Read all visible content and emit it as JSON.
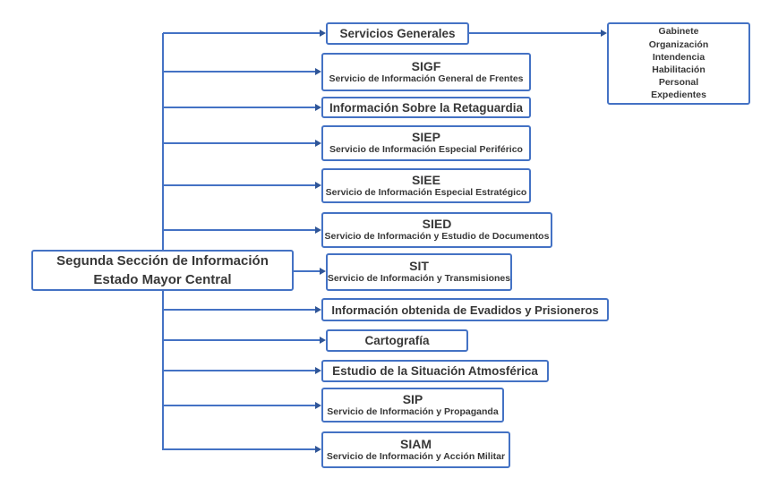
{
  "diagram": {
    "root": {
      "line1": "Segunda Sección de Información",
      "line2": "Estado Mayor Central"
    },
    "branches": [
      {
        "title": "Servicios Generales"
      },
      {
        "title": "SIGF",
        "subtitle": "Servicio de Información General de Frentes"
      },
      {
        "title": "Información Sobre la Retaguardia"
      },
      {
        "title": "SIEP",
        "subtitle": "Servicio de Información Especial Periférico"
      },
      {
        "title": "SIEE",
        "subtitle": "Servicio de Información Especial Estratégico"
      },
      {
        "title": "SIED",
        "subtitle": "Servicio de Información y Estudio de Documentos"
      },
      {
        "title": "SIT",
        "subtitle": "Servicio de Información y Transmisiones"
      },
      {
        "title": "Información obtenida de Evadidos y Prisioneros"
      },
      {
        "title": "Cartografía"
      },
      {
        "title": "Estudio de la Situación Atmosférica"
      },
      {
        "title": "SIP",
        "subtitle": "Servicio de Información y Propaganda"
      },
      {
        "title": "SIAM",
        "subtitle": "Servicio de Información y Acción Militar"
      }
    ],
    "sub_services": {
      "items": [
        "Gabinete",
        "Organización",
        "Intendencia",
        "Habilitación",
        "Personal",
        "Expedientes"
      ]
    },
    "colors": {
      "line": "#4472C4",
      "border": "#4472C4",
      "text": "#383838"
    }
  }
}
